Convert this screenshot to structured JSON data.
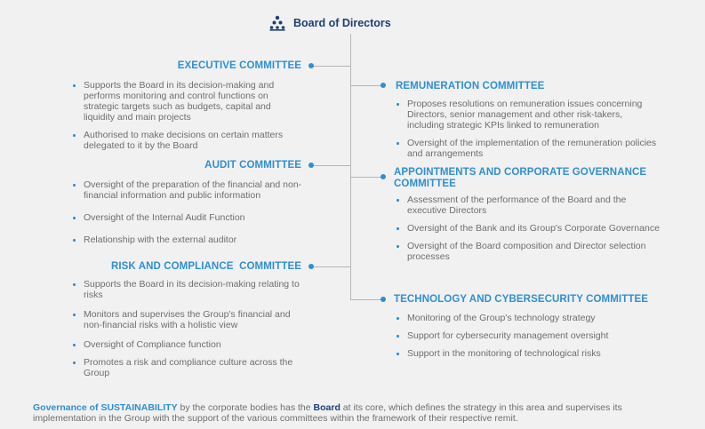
{
  "board": {
    "title": "Board of Directors",
    "icon": "org-chart-icon"
  },
  "colors": {
    "accent": "#2f8fd4",
    "dark_blue": "#1d3f73",
    "text": "#6e6e6e",
    "line": "#b5b5b5"
  },
  "left_committees": [
    {
      "title": "EXECUTIVE COMMITTEE",
      "items": [
        "Supports the Board in its decision-making and performs monitoring and control functions on strategic targets such as budgets, capital and liquidity and main projects",
        "Authorised to make decisions on certain matters delegated to it by the Board"
      ]
    },
    {
      "title": "AUDIT COMMITTEE",
      "items": [
        "Oversight of the preparation of the financial and non- financial information and public information",
        "Oversight of the Internal Audit Function",
        "Relationship with the external auditor"
      ]
    },
    {
      "title": "RISK AND COMPLIANCE  COMMITTEE",
      "items": [
        "Supports the Board in its decision-making relating to risks",
        "Monitors and supervises the Group's financial and non-financial risks with a holistic view",
        "Oversight of Compliance function",
        "Promotes a risk and compliance culture across the Group"
      ]
    }
  ],
  "right_committees": [
    {
      "title": "REMUNERATION COMMITTEE",
      "items": [
        "Proposes resolutions on remuneration issues concerning Directors, senior management and other risk-takers, including strategic KPIs linked to remuneration",
        "Oversight of the implementation of the remuneration policies and arrangements"
      ]
    },
    {
      "title": "APPOINTMENTS AND CORPORATE GOVERNANCE COMMITTEE",
      "items": [
        "Assessment of the performance of the Board and the executive Directors",
        "Oversight of the Bank and its Group's Corporate Governance",
        "Oversight of the Board composition and Director selection processes"
      ]
    },
    {
      "title": "TECHNOLOGY AND CYBERSECURITY COMMITTEE",
      "items": [
        "Monitoring of the Group's technology strategy",
        "Support for cybersecurity management oversight",
        "Support in the monitoring of technological risks"
      ]
    }
  ],
  "footer": {
    "highlight1": "Governance of SUSTAINABILITY",
    "text1": " by the corporate bodies has the ",
    "highlight2": "Board",
    "text2": " at its core, which defines the strategy in this area and supervises its implementation in the Group with the support of the various committees within the framework of their respective remit."
  }
}
